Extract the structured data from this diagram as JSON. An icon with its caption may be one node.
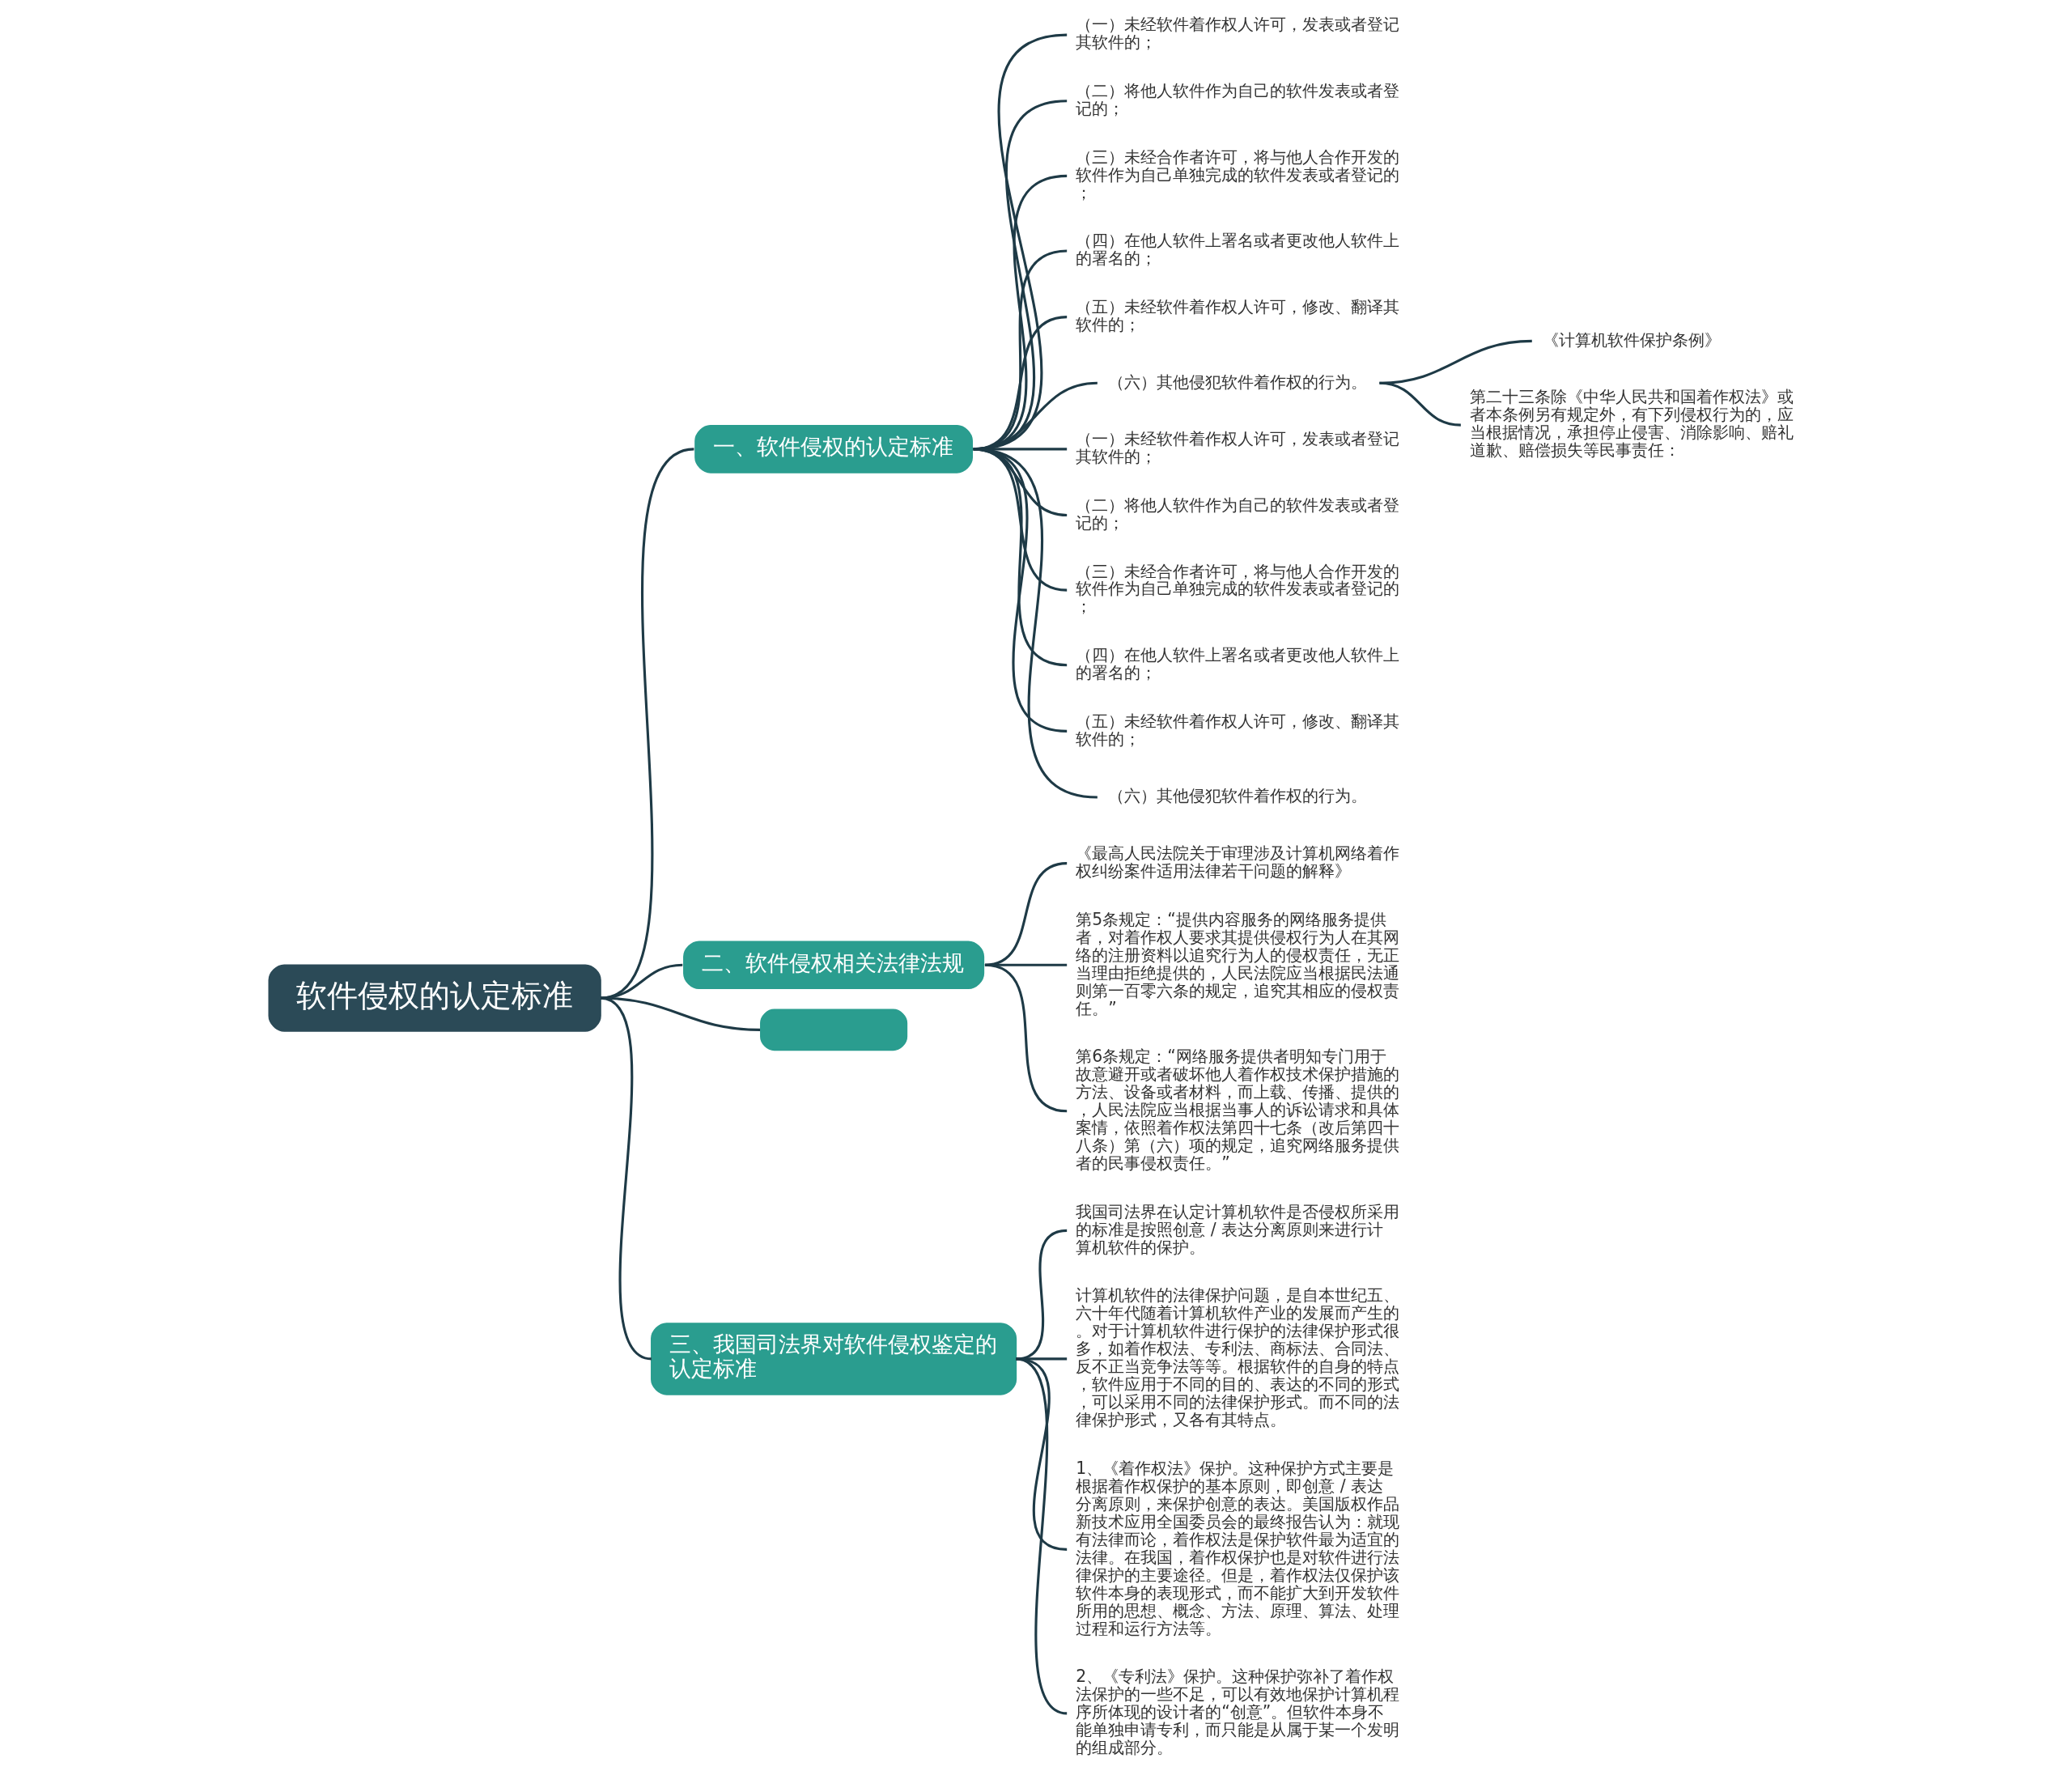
{
  "diagram": {
    "nodes": [
      {
        "text": [
          "软件侵权的认定标准"
        ]
      },
      {
        "text": [
          "一、软件侵权的认定标准"
        ]
      },
      {
        "text": [
          "（一）未经软件着作权人许可，发表或者登记其软件的；"
        ]
      },
      {
        "text": [
          "（二）将他人软件作为自己的软件发表或者登记的；"
        ]
      },
      {
        "text": [
          "（三）未经合作者许可，将与他人合作开发的软件作为自己单独完成的软件发表或者登记的；"
        ]
      },
      {
        "text": [
          "（四）在他人软件上署名或者更改他人软件上的署名的；"
        ]
      },
      {
        "text": [
          "（五）未经软件着作权人许可，修改、翻译其软件的；"
        ]
      },
      {
        "text": [
          "（六）其他侵犯软件着作权的行为。"
        ]
      },
      {
        "text": [
          "《计算机软件保护条例》"
        ]
      },
      {
        "text": [
          "第二十三条除《中华人民共和国着作权法》或者本条例另有规定外，有下列侵权行为的，应当根据情况，承担停止侵害、消除影响、赔礼道歉、赔偿损失等民事责任："
        ]
      },
      {
        "text": [
          "（一）未经软件着作权人许可，发表或者登记其软件的；"
        ]
      },
      {
        "text": [
          "（二）将他人软件作为自己的软件发表或者登记的；"
        ]
      },
      {
        "text": [
          "（三）未经合作者许可，将与他人合作开发的软件作为自己单独完成的软件发表或者登记的；"
        ]
      },
      {
        "text": [
          "（四）在他人软件上署名或者更改他人软件上的署名的；"
        ]
      },
      {
        "text": [
          "（五）未经软件着作权人许可，修改、翻译其软件的；"
        ]
      },
      {
        "text": [
          "（六）其他侵犯软件着作权的行为。"
        ]
      },
      {
        "text": [
          "二、软件侵权相关法律法规"
        ]
      },
      {
        "text": [
          "《最高人民法院关于审理涉及计算机网络着作权纠纷案件适用法律若干问题的解释》"
        ]
      },
      {
        "text": [
          "第5条规定：“提供内容服务的网络服务提供者，对着作权人要求其提供侵权行为人在其网络的注册资料以追究行为人的侵权责任，无正当理由拒绝提供的，人民法院应当根据民法通则第一百零六条的规定，追究其相应的侵权责任。”"
        ]
      },
      {
        "text": [
          "第6条规定：“网络服务提供者明知专门用于故意避开或者破坏他人着作权技术保护措施的方法、设备或者材料，而上载、传播、提供的，人民法院应当根据当事人的诉讼请求和具体案情，依照着作权法第四十七条（改后第四十八条）第（六）项的规定，追究网络服务提供者的民事侵权责任。”"
        ]
      },
      {
        "text": [],
        "shape": "box"
      },
      {
        "text": [
          "三、我国司法界对软件侵权鉴定的认定标准"
        ]
      },
      {
        "text": [
          "我国司法界在认定计算机软件是否侵权所采用的标准是按照创意 / 表达分离原则来进行计算机软件的保护。"
        ]
      },
      {
        "text": [
          "计算机软件的法律保护问题，是自本世纪五、六十年代随着计算机软件产业的发展而产生的。对于计算机软件进行保护的法律保护形式很多，如着作权法、专利法、商标法、合同法、反不正当竞争法等等。根据软件的自身的特点，软件应用于不同的目的、表达的不同的形式，可以采用不同的法律保护形式。而不同的法律保护形式，又各有其特点。"
        ]
      },
      {
        "text": [
          "1、《着作权法》保护。这种保护方式主要是根据着作权保护的基本原则，即创意 / 表达分离原则，来保护创意的表达。美国版权作品新技术应用全国委员会的最终报告认为：就现有法律而论，着作权法是保护软件最为适宜的法律。在我国，着作权保护也是对软件进行法律保护的主要途径。但是，着作权法仅保护该软件本身的表现形式，而不能扩大到开发软件所用的思想、概念、方法、原理、算法、处理过程和运行方法等。"
        ]
      },
      {
        "text": [
          "2、《专利法》保护。这种保护弥补了着作权法保护的一些不足，可以有效地保护计算机程序所体现的设计者的“创意”。但软件本身不能单独申请专利，而只能是从属于某一个发明的组成部分。"
        ]
      }
    ],
    "edges": [
      {
        "from": 0,
        "to": 1,
        "arrow": "none"
      },
      {
        "from": 1,
        "to": 2,
        "arrow": "none"
      },
      {
        "from": 1,
        "to": 3,
        "arrow": "none"
      },
      {
        "from": 1,
        "to": 4,
        "arrow": "none"
      },
      {
        "from": 1,
        "to": 5,
        "arrow": "none"
      },
      {
        "from": 1,
        "to": 6,
        "arrow": "none"
      },
      {
        "from": 1,
        "to": 7,
        "arrow": "none"
      },
      {
        "from": 7,
        "to": 8,
        "arrow": "none"
      },
      {
        "from": 7,
        "to": 9,
        "arrow": "none"
      },
      {
        "from": 1,
        "to": 10,
        "arrow": "none"
      },
      {
        "from": 1,
        "to": 11,
        "arrow": "none"
      },
      {
        "from": 1,
        "to": 12,
        "arrow": "none"
      },
      {
        "from": 1,
        "to": 13,
        "arrow": "none"
      },
      {
        "from": 1,
        "to": 14,
        "arrow": "none"
      },
      {
        "from": 1,
        "to": 15,
        "arrow": "none"
      },
      {
        "from": 0,
        "to": 16,
        "arrow": "none"
      },
      {
        "from": 16,
        "to": 17,
        "arrow": "none"
      },
      {
        "from": 16,
        "to": 18,
        "arrow": "none"
      },
      {
        "from": 16,
        "to": 19,
        "arrow": "none"
      },
      {
        "from": 0,
        "to": 20,
        "arrow": "none"
      },
      {
        "from": 0,
        "to": 21,
        "arrow": "none"
      },
      {
        "from": 21,
        "to": 22,
        "arrow": "none"
      },
      {
        "from": 21,
        "to": 23,
        "arrow": "none"
      },
      {
        "from": 21,
        "to": 24,
        "arrow": "none"
      },
      {
        "from": 21,
        "to": 25,
        "arrow": "none"
      }
    ]
  }
}
